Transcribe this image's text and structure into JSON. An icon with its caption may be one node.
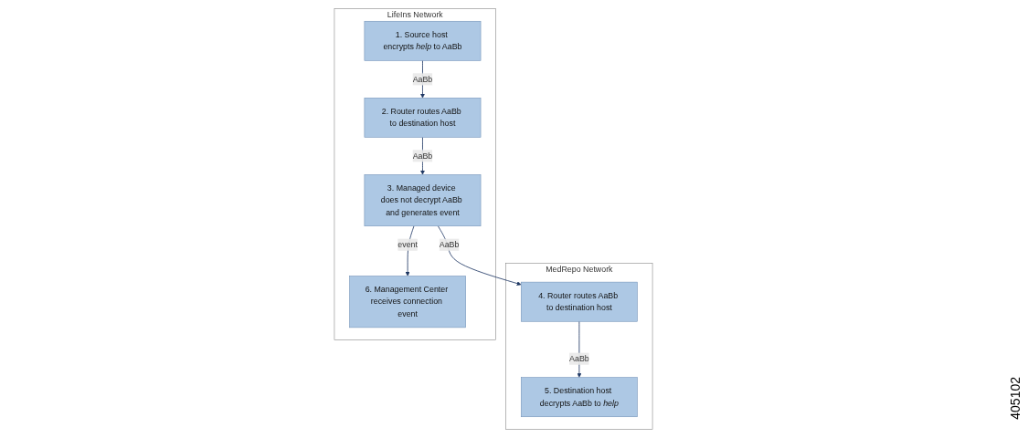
{
  "diagram": {
    "nodes": [
      {
        "text": [
          "MedRepo Network"
        ]
      },
      {
        "text": [
          "4. Router routes AaBb to destination host"
        ],
        "in": 0
      },
      {
        "text": [
          "5. Destination host decrypts AaBb to *help*"
        ],
        "in": 0
      },
      {
        "text": [
          "LifeIns Network"
        ]
      },
      {
        "text": [
          "3. Managed device does not decrypt AaBb and generates event"
        ],
        "in": 3
      },
      {
        "text": [
          "6. Management Center receives connection event"
        ],
        "in": 3
      },
      {
        "text": [
          "2. Router routes AaBb to destination host"
        ],
        "in": 3
      },
      {
        "text": [
          "1. Source host encrypts *help* to AaBb"
        ],
        "in": 3
      }
    ],
    "edges": [
      {
        "from": 7,
        "to": 6,
        "arrow": "to",
        "label": "AaBb"
      },
      {
        "from": 6,
        "to": 4,
        "arrow": "to",
        "label": "AaBb"
      },
      {
        "from": 4,
        "to": 1,
        "arrow": "to",
        "label": "AaBb"
      },
      {
        "from": 1,
        "to": 2,
        "arrow": "to",
        "label": "AaBb"
      },
      {
        "from": 4,
        "to": 5,
        "arrow": "to",
        "label": "event"
      }
    ],
    "labels": [
      "405102"
    ]
  }
}
